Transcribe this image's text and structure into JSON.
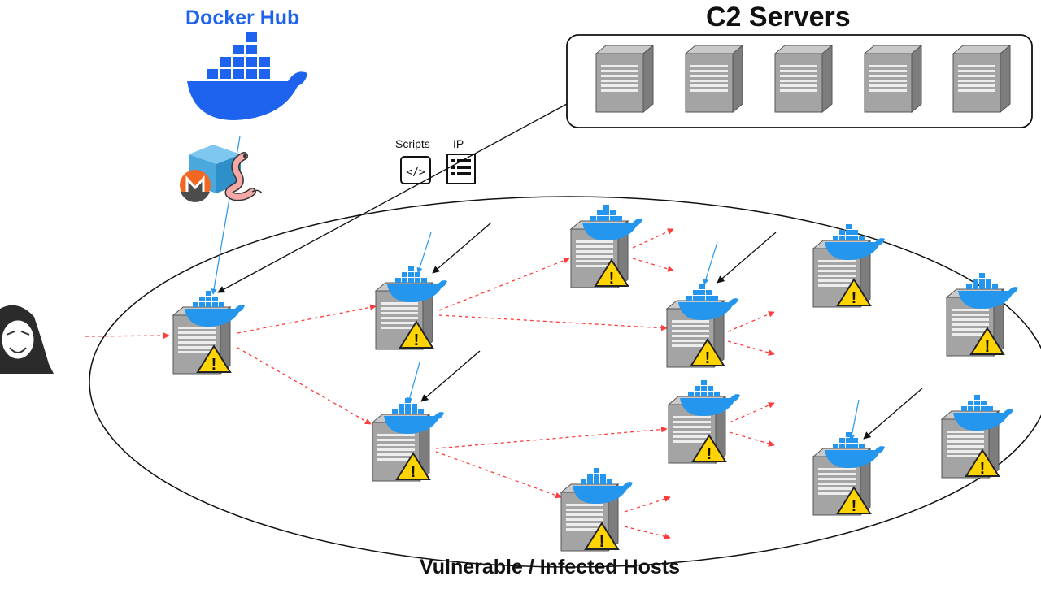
{
  "labels": {
    "docker_hub": "Docker Hub",
    "c2_servers": "C2 Servers",
    "hosts_region": "Vulnerable / Infected Hosts",
    "scripts": "Scripts",
    "ip": "IP",
    "code_glyph": "</>",
    "monero_glyph": "M",
    "warning_glyph": "!"
  },
  "colors": {
    "docker_blue": "#1d63ed",
    "whale_light": "#2496ed",
    "infection_arrow": "#ff3b3b",
    "server_gray": "#9a9a9a",
    "warning_yellow": "#ffd400",
    "monero_orange": "#f26822",
    "worm_pink": "#f4a8a8"
  },
  "icons": [
    "docker-whale-icon",
    "server-icon",
    "warning-icon",
    "attacker-icon",
    "monero-icon",
    "container-box-icon",
    "worm-icon",
    "code-file-icon",
    "ip-list-icon"
  ]
}
